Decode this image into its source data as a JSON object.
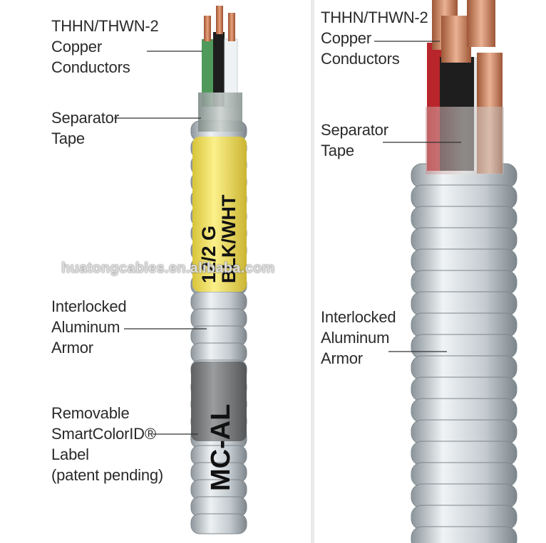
{
  "left_panel": {
    "labels": {
      "conductors": "THHN/THWN-2\nCopper\nConductors",
      "separator": "Separator\nTape",
      "armor": "Interlocked\nAluminum\nArmor",
      "smartcolor": "Removable\nSmartColorID®\nLabel\n(patent pending)"
    },
    "yellow_label_line1": "12/2 G",
    "yellow_label_line2": "BLK/WHT",
    "gray_label": "MC-AL",
    "watermark": "huatongcables.en.alibaba.com"
  },
  "right_panel": {
    "labels": {
      "conductors": "THHN/THWN-2\nCopper\nConductors",
      "separator": "Separator\nTape",
      "armor": "Interlocked\nAluminum\nArmor"
    }
  },
  "colors": {
    "armor": "#c9cfd3",
    "copper": "#c97d5a",
    "yellow_label": "#f3e36a",
    "gray_label": "#7c7e80",
    "insulation_green": "#4f9a5a",
    "insulation_black": "#1e1e1e",
    "insulation_white": "#eef2f4",
    "insulation_red": "#b8262b"
  }
}
